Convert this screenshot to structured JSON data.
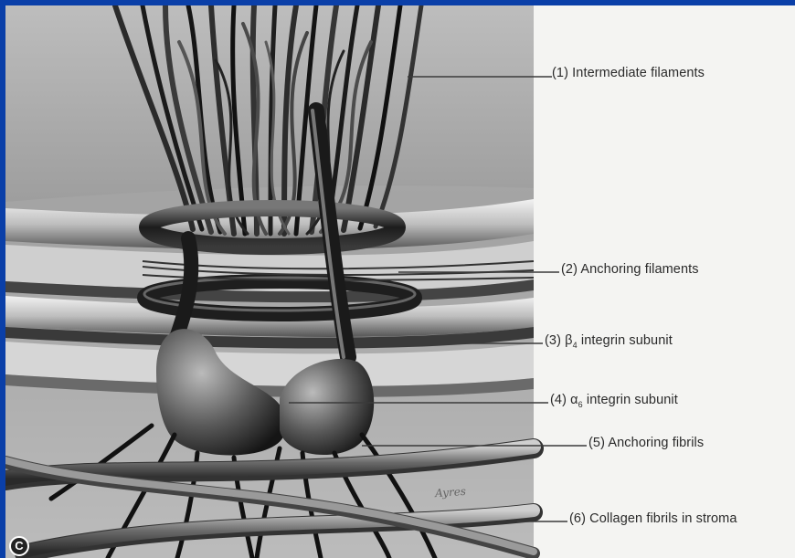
{
  "panel_letter": "C",
  "signature": "Ayres",
  "labels": [
    {
      "num": "(1)",
      "text": "Intermediate filaments"
    },
    {
      "num": "(2)",
      "text": "Anchoring filaments"
    },
    {
      "num": "(3)",
      "greek": "β",
      "sub": "4",
      "text": "integrin subunit"
    },
    {
      "num": "(4)",
      "greek": "α",
      "sub": "6",
      "text": "integrin subunit"
    },
    {
      "num": "(5)",
      "text": "Anchoring fibrils"
    },
    {
      "num": "(6)",
      "text": "Collagen fibrils in stroma"
    }
  ],
  "colors": {
    "frame": "#0a3fa8",
    "background": "#f4f4f2",
    "ink": "#2a2a2a"
  }
}
